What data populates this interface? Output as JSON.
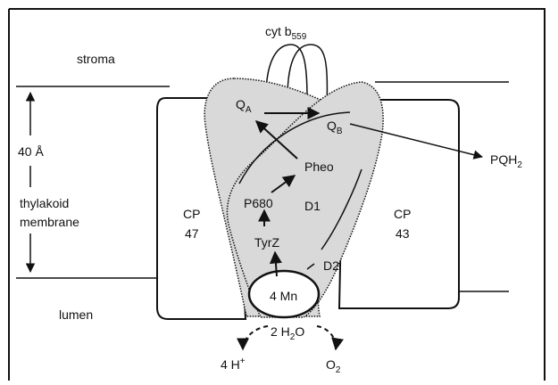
{
  "labels": {
    "stroma": "stroma",
    "lumen": "lumen",
    "thickness": "40 Å",
    "membrane_line1": "thylakoid",
    "membrane_line2": "membrane",
    "cyt_base": "cyt b",
    "cyt_sub": "559",
    "cp47_line1": "CP",
    "cp47_line2": "47",
    "cp43_line1": "CP",
    "cp43_line2": "43",
    "d1": "D1",
    "d2": "D2",
    "qa_base": "Q",
    "qa_sub": "A",
    "qb_base": "Q",
    "qb_sub": "B",
    "pheo": "Pheo",
    "p680": "P680",
    "tyrz": "TyrZ",
    "mn": "4 Mn",
    "water_pre": "2 H",
    "water_sub": "2",
    "water_post": "O",
    "protons_base": "4 H",
    "protons_sup": "+",
    "oxygen_base": "O",
    "oxygen_sub": "2",
    "pqh2_base": "PQH",
    "pqh2_sub": "2"
  },
  "colors": {
    "protein_fill": "#d9d9d9",
    "line": "#111111",
    "background": "#ffffff"
  }
}
